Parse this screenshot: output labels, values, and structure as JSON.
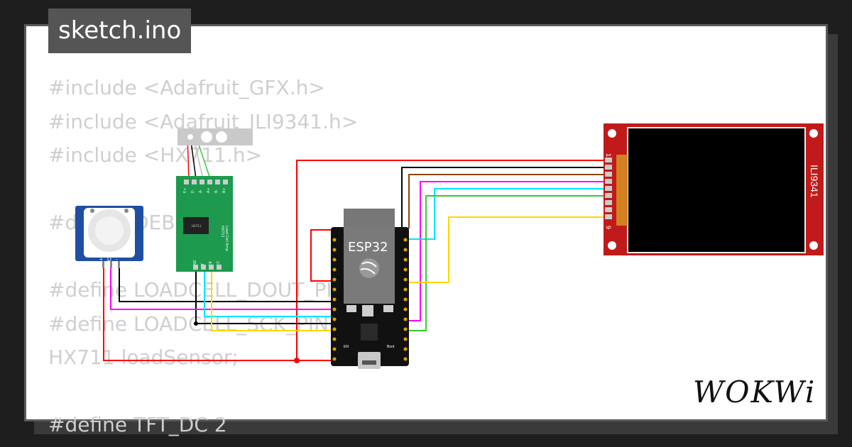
{
  "file_tab": {
    "label": "sketch.ino"
  },
  "code_lines": [
    "#include <Adafruit_GFX.h>",
    "#include <Adafruit_ILI9341.h>",
    "#include <HX711.h>",
    "",
    "#define DEBUG",
    "",
    "#define LOADCELL_DOUT_PIN",
    "#define LOADCELL_SCK_PIN",
    "HX711 loadSensor;",
    "",
    "#define TFT_DC 2"
  ],
  "components": {
    "esp32": {
      "label": "ESP32"
    },
    "display": {
      "label": "ILI9341",
      "pin_first": "1",
      "pin_last": "9"
    },
    "hx711": {
      "pins_bottom": [
        "GND",
        "DT",
        "SCK",
        "VCC"
      ],
      "pins_top": [
        "E+",
        "E-",
        "A-",
        "A+",
        "B-",
        "B+"
      ],
      "label": "HX711",
      "sublabel": "Load Cell Amp",
      "chip": "HX711"
    },
    "pir": {
      "pins": [
        "+",
        "D",
        "-"
      ]
    },
    "esp32_boot": "Boot",
    "esp32_en": "EN"
  },
  "wire_colors": {
    "red": "#ff0000",
    "black": "#000000",
    "brown": "#8b4513",
    "magenta": "#ff00ff",
    "cyan": "#00e5ff",
    "green": "#33cc33",
    "yellow": "#ffd700"
  },
  "brand": {
    "logo": "WOKWi"
  }
}
